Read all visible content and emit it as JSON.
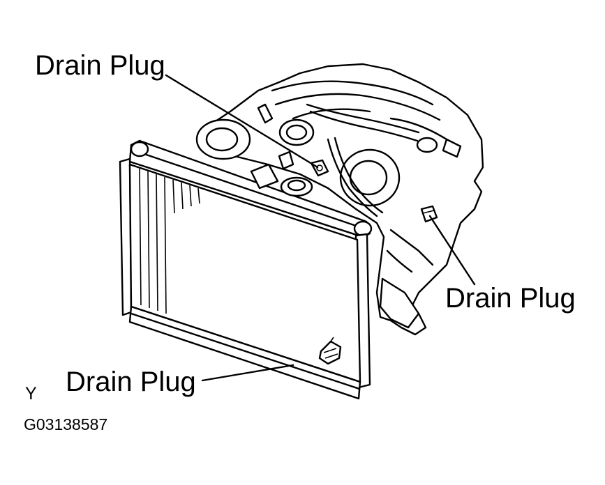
{
  "labels": {
    "top_callout": "Drain Plug",
    "right_callout": "Drain Plug",
    "bottom_callout": "Drain Plug",
    "view_letter": "Y",
    "figure_code": "G03138587"
  },
  "colors": {
    "ink": "#000000",
    "paper": "#ffffff"
  }
}
